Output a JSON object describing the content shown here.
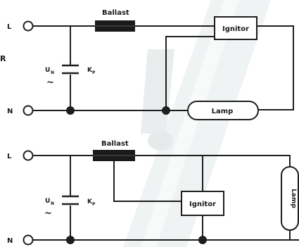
{
  "circuit_top": {
    "terminal_l": "L",
    "terminal_n": "N",
    "side_letter": "R",
    "ballast": "Ballast",
    "ignitor": "Ignitor",
    "lamp": "Lamp",
    "voltage_symbol": "U",
    "voltage_subscript": "N",
    "voltage_ac": "~",
    "capacitor_symbol": "K",
    "capacitor_subscript": "P"
  },
  "circuit_bottom": {
    "terminal_l": "L",
    "terminal_n": "N",
    "ballast": "Ballast",
    "ignitor": "Ignitor",
    "lamp": "Lamp",
    "voltage_symbol": "U",
    "voltage_subscript": "N",
    "voltage_ac": "~",
    "capacitor_symbol": "K",
    "capacitor_subscript": "P"
  },
  "colors": {
    "wire": "#1e1e1e",
    "ballast_fill": "#1a1a1a",
    "background_tube": "#dfe6e6"
  }
}
